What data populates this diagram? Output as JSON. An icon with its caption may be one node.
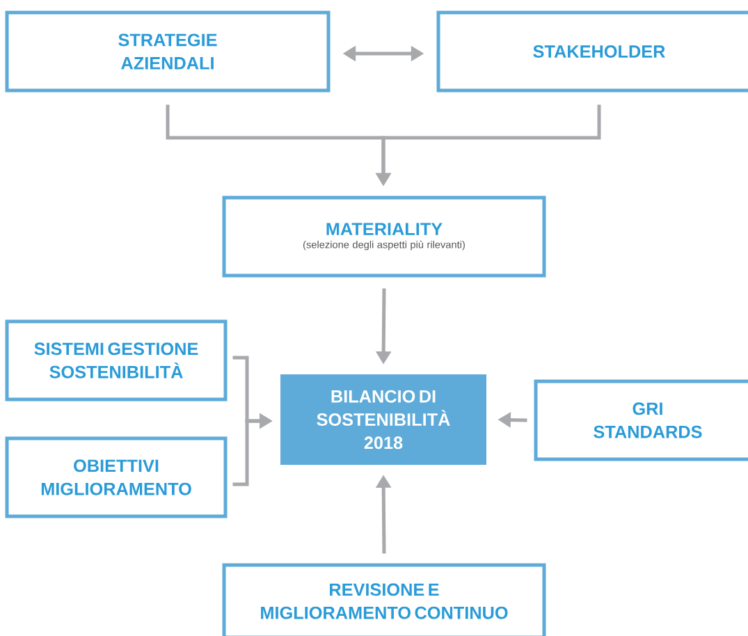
{
  "diagram": {
    "nodes": [
      {
        "text": [
          "STRATEGIE AZIENDALI"
        ]
      },
      {
        "text": [
          "STAKEHOLDER"
        ]
      },
      {
        "text": [
          "MATERIALITY",
          "(selezione degli aspetti più rilevanti)"
        ]
      },
      {
        "text": [
          "SISTEMI GESTIONE SOSTENIBILITÀ"
        ]
      },
      {
        "text": [
          "OBIETTIVI MIGLIORAMENTO"
        ]
      },
      {
        "text": [
          "BILANCIO DI SOSTENIBILITÀ 2018"
        ]
      },
      {
        "text": [
          "GRI STANDARDS"
        ]
      },
      {
        "text": [
          "REVISIONE E MIGLIORAMENTO CONTINUO"
        ]
      }
    ],
    "edges": [
      {
        "from": 0,
        "to": 1,
        "arrow": "both"
      },
      {
        "from": 0,
        "to": 2,
        "arrow": "to"
      },
      {
        "from": 1,
        "to": 2,
        "arrow": "to"
      },
      {
        "from": 2,
        "to": 5,
        "arrow": "to"
      },
      {
        "from": 3,
        "to": 5,
        "arrow": "to"
      },
      {
        "from": 4,
        "to": 5,
        "arrow": "to"
      },
      {
        "from": 6,
        "to": 5,
        "arrow": "to"
      },
      {
        "from": 7,
        "to": 5,
        "arrow": "to"
      }
    ]
  }
}
